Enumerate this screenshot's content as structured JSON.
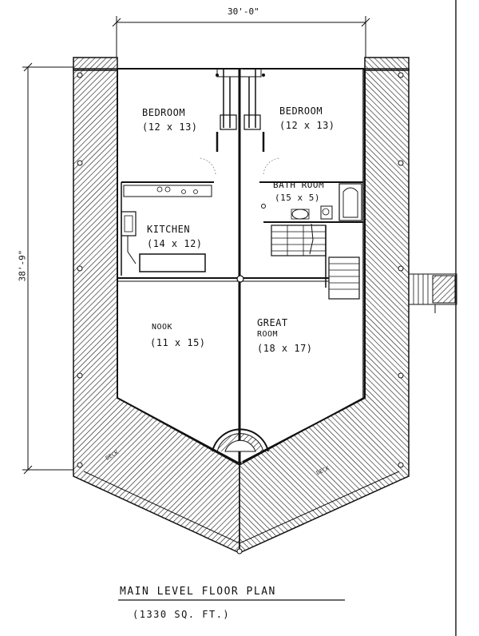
{
  "dimensions": {
    "width_label": "30'-0\"",
    "depth_label": "38'-9\""
  },
  "rooms": [
    {
      "id": "bedroom-left",
      "name": "BEDROOM",
      "size": "(12 x 13)"
    },
    {
      "id": "bedroom-right",
      "name": "BEDROOM",
      "size": "(12 x 13)"
    },
    {
      "id": "bath",
      "name": "BATH ROOM",
      "size": "(15 x 5)"
    },
    {
      "id": "kitchen",
      "name": "KITCHEN",
      "size": "(14 x 12)"
    },
    {
      "id": "nook",
      "name": "NOOK",
      "size": "(11 x 15)"
    },
    {
      "id": "great-room",
      "name": "GREAT",
      "name2": "ROOM",
      "size": "(18 x 17)"
    }
  ],
  "deck_labels": {
    "left": "DECK",
    "right": "DECK"
  },
  "title": "MAIN LEVEL FLOOR PLAN",
  "subtitle": "(1330 SQ. FT.)"
}
